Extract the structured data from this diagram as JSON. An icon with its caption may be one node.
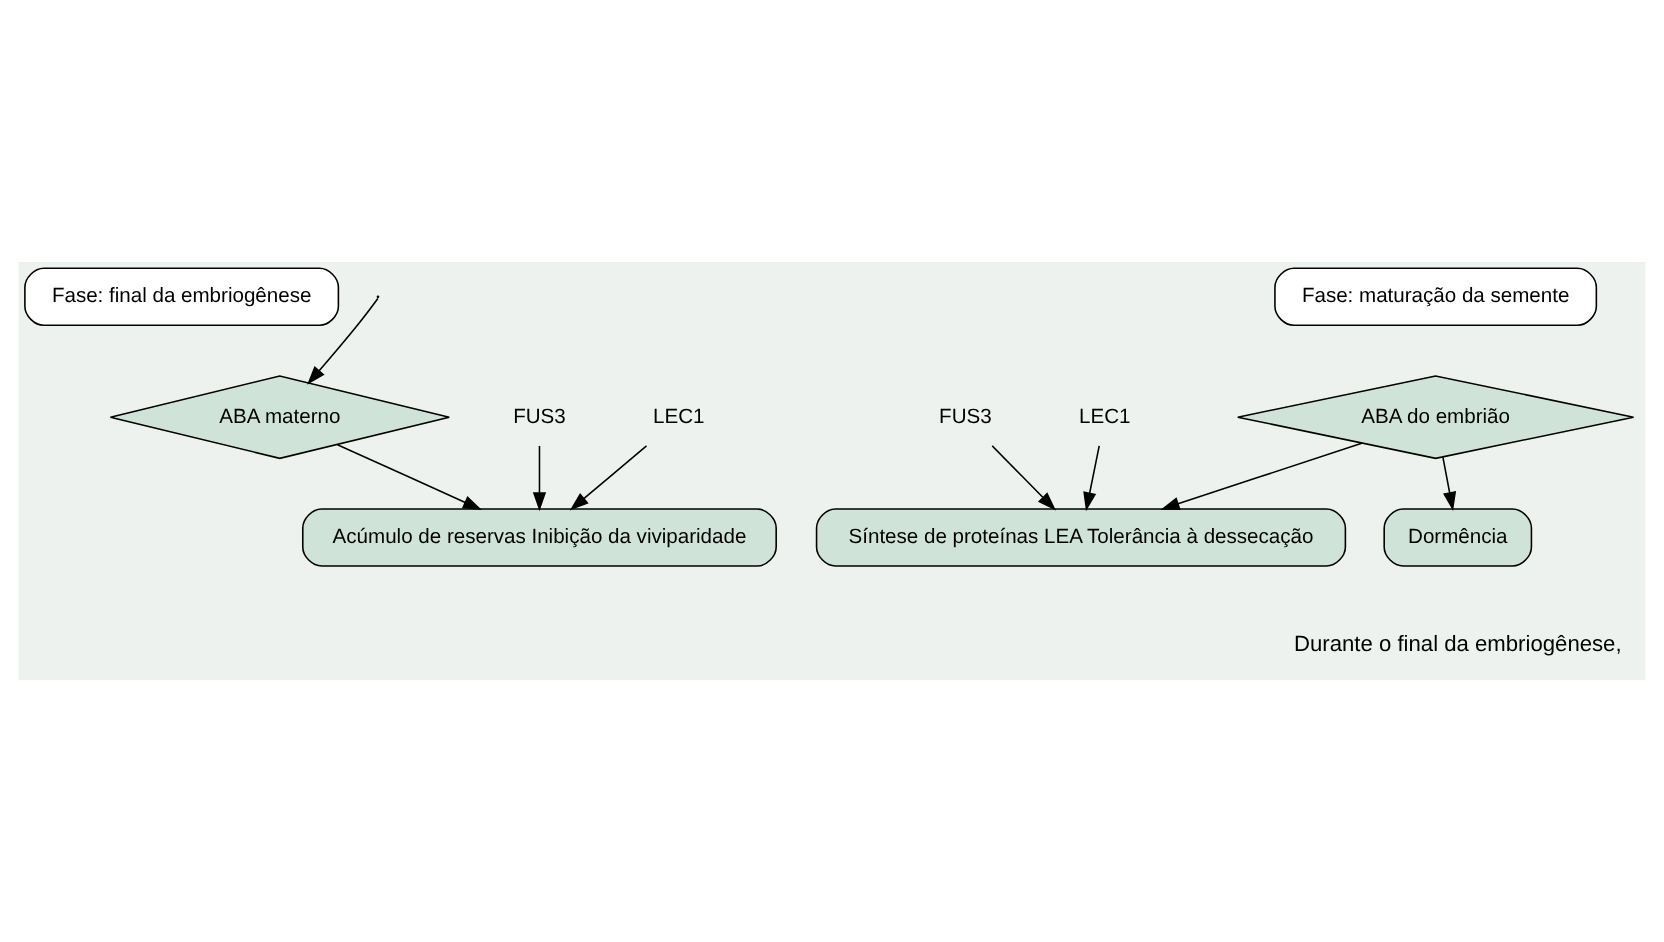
{
  "diagram": {
    "nodes": [
      {
        "text": [
          "Fase: final da embriogênese"
        ]
      },
      {
        "text": [
          "ABA materno"
        ]
      },
      {
        "text": [
          "FUS3"
        ]
      },
      {
        "text": [
          "LEC1"
        ]
      },
      {
        "text": [
          "Acúmulo de reservas Inibição da viviparidade"
        ]
      },
      {
        "text": [
          "Fase: maturação da semente"
        ]
      },
      {
        "text": [
          "ABA do embrião"
        ]
      },
      {
        "text": [
          "FUS3"
        ]
      },
      {
        "text": [
          "LEC1"
        ]
      },
      {
        "text": [
          "Síntese de proteínas LEA Tolerância à dessecação"
        ]
      },
      {
        "text": [
          "Dormência"
        ]
      }
    ],
    "edges": [
      {
        "from": null,
        "to": 1,
        "arrow": "to"
      },
      {
        "from": 1,
        "to": 4,
        "arrow": "to"
      },
      {
        "from": 2,
        "to": 4,
        "arrow": "to"
      },
      {
        "from": 3,
        "to": 4,
        "arrow": "to"
      },
      {
        "from": 6,
        "to": 9,
        "arrow": "to"
      },
      {
        "from": 6,
        "to": 10,
        "arrow": "to"
      },
      {
        "from": 7,
        "to": 9,
        "arrow": "to"
      },
      {
        "from": 8,
        "to": 9,
        "arrow": "to"
      }
    ],
    "labels": [
      "Durante o final da embriogênese,"
    ]
  }
}
